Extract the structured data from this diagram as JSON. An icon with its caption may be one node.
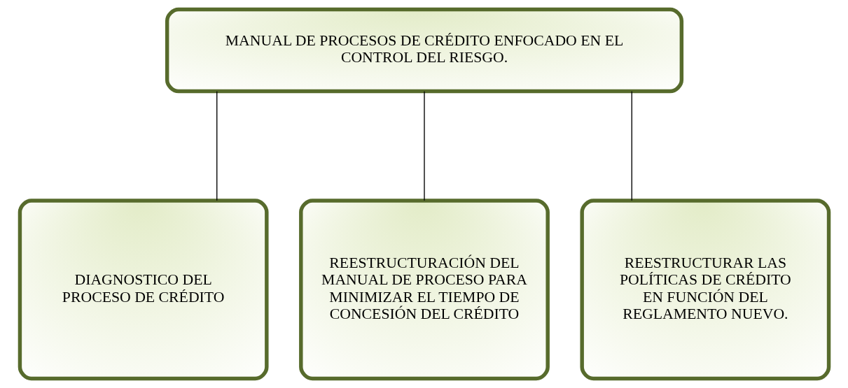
{
  "diagram": {
    "nodes": [
      {
        "text": [
          "MANUAL DE PROCESOS DE CRÉDITO ENFOCADO EN EL CONTROL DEL RIESGO."
        ]
      },
      {
        "text": [
          "DIAGNOSTICO DEL PROCESO DE CRÉDITO"
        ]
      },
      {
        "text": [
          "REESTRUCTURACIÓN DEL MANUAL DE PROCESO PARA MINIMIZAR EL TIEMPO DE CONCESIÓN DEL CRÉDITO"
        ]
      },
      {
        "text": [
          "REESTRUCTURAR LAS POLÍTICAS DE CRÉDITO EN FUNCIÓN DEL REGLAMENTO NUEVO."
        ]
      }
    ],
    "edges": [
      {
        "from": 0,
        "to": 1,
        "arrow": "none"
      },
      {
        "from": 0,
        "to": 2,
        "arrow": "none"
      },
      {
        "from": 0,
        "to": 3,
        "arrow": "none"
      }
    ]
  }
}
